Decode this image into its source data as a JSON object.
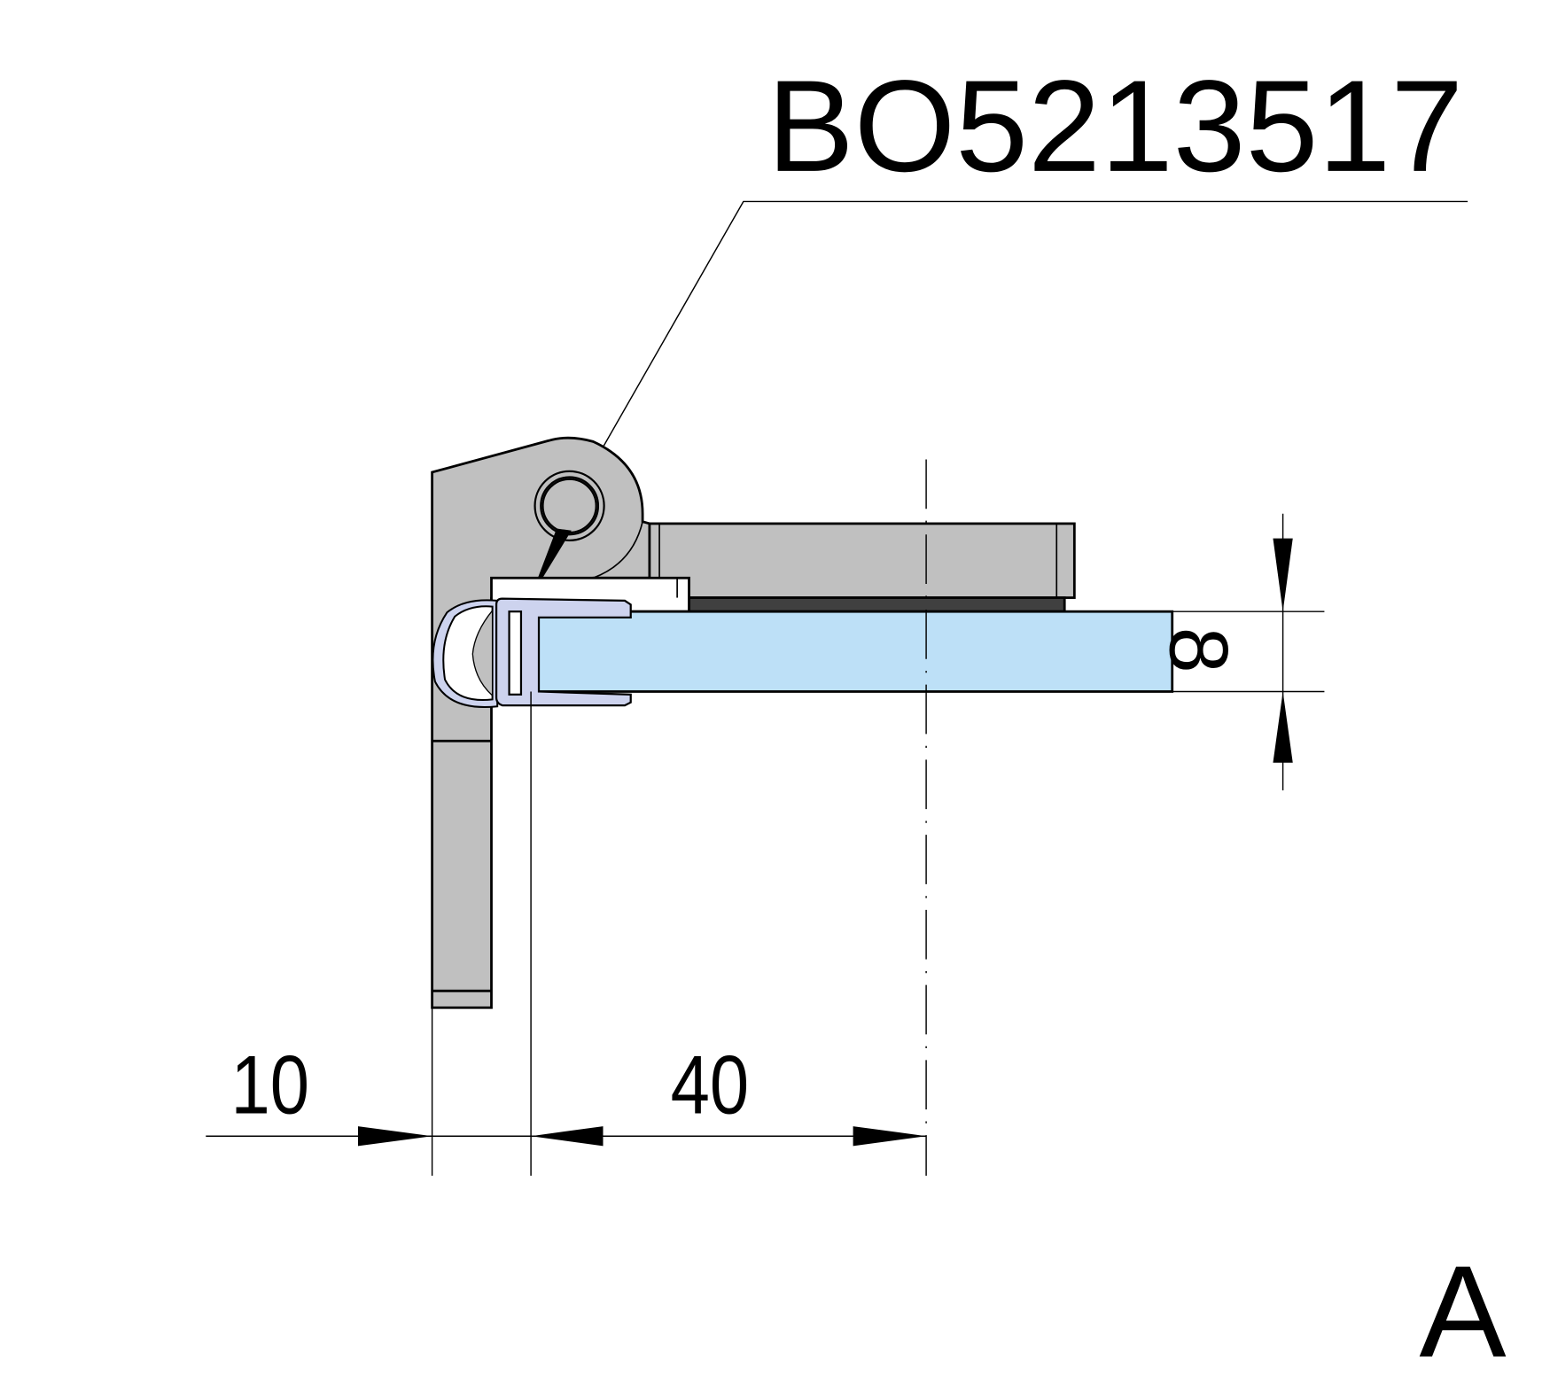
{
  "drawing": {
    "part_number": "BO5213517",
    "view_label": "A",
    "dimensions": {
      "offset": "10",
      "axis_distance": "40",
      "glass_thickness": "8"
    }
  },
  "colors": {
    "metal": "#c0c0c0",
    "gasket": "#404040",
    "glass": "#bde0f7",
    "seal": "#cdd3ee",
    "line": "#000000"
  }
}
